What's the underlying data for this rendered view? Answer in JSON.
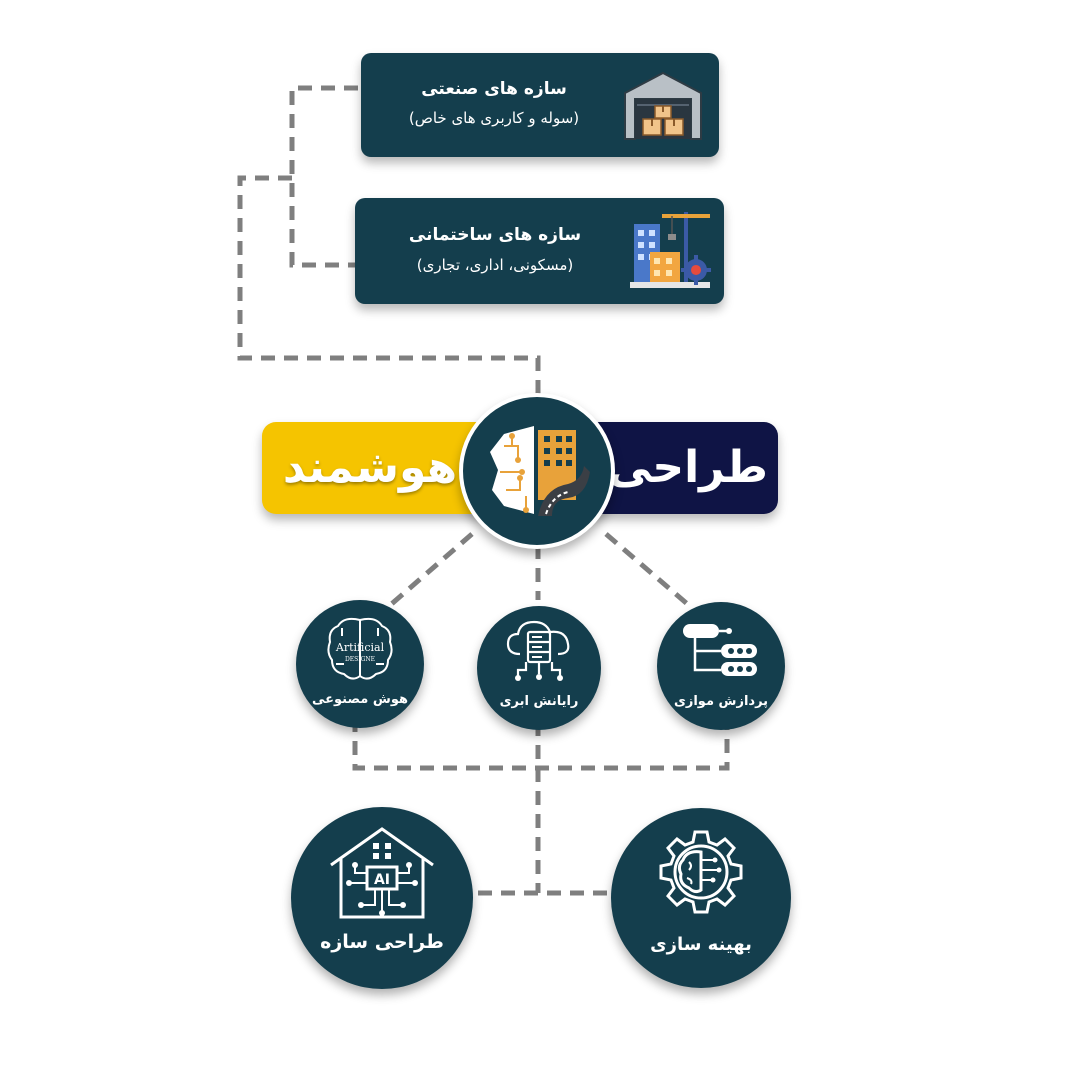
{
  "structures": [
    {
      "title": "سازه های صنعتی",
      "subtitle": "(سوله و کاربری های خاص)",
      "icon": "warehouse-icon"
    },
    {
      "title": "سازه های ساختمانی",
      "subtitle": "(مسکونی، اداری، تجاری)",
      "icon": "construction-buildings-icon"
    }
  ],
  "banner": {
    "left_word": "هوشمند",
    "right_word": "طراحی",
    "center_icon": "smart-city-brain-icon"
  },
  "technologies": [
    {
      "label": "هوش مصنوعی",
      "icon_text_1": "Artificial",
      "icon_text_2": "DESIGNE",
      "icon": "ai-brain-icon"
    },
    {
      "label": "رایانش ابری",
      "icon": "cloud-server-icon"
    },
    {
      "label": "پردازش موازی",
      "icon": "parallel-processing-icon"
    }
  ],
  "outcomes": [
    {
      "label": "طراحی سازه",
      "icon_text": "AI",
      "icon": "ai-house-icon"
    },
    {
      "label": "بهینه سازی",
      "icon": "gear-brain-icon"
    }
  ],
  "colors": {
    "navy_card": "#143e4d",
    "banner_navy": "#0f1445",
    "banner_yellow": "#f5c400",
    "connector_gray": "#808080"
  }
}
